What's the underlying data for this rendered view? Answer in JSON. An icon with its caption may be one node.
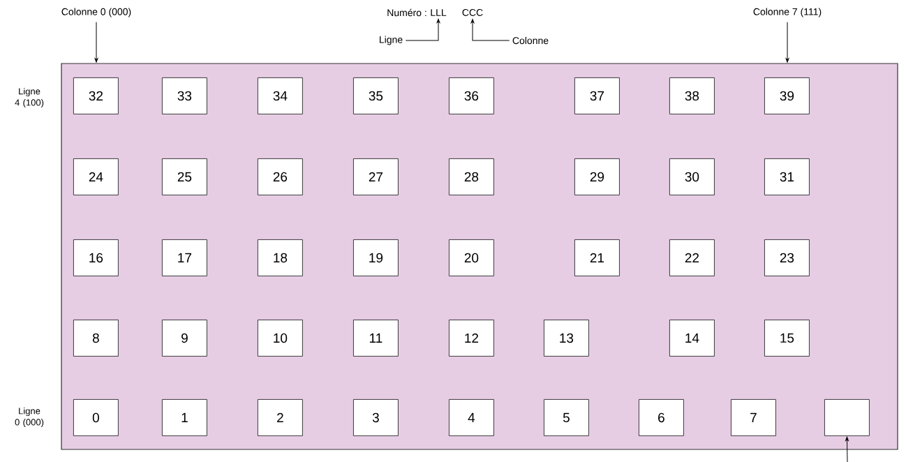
{
  "diagram": {
    "nodes": [
      {
        "text": [],
        "shape": "box"
      },
      {
        "text": [
          "32"
        ],
        "in": 0
      },
      {
        "text": [
          "33"
        ],
        "in": 0
      },
      {
        "text": [
          "34"
        ],
        "in": 0
      },
      {
        "text": [
          "35"
        ],
        "in": 0
      },
      {
        "text": [
          "36"
        ],
        "in": 0
      },
      {
        "text": [
          "37"
        ],
        "in": 0
      },
      {
        "text": [
          "38"
        ],
        "in": 0
      },
      {
        "text": [
          "39"
        ],
        "in": 0
      },
      {
        "text": [
          "24"
        ],
        "in": 0
      },
      {
        "text": [
          "25"
        ],
        "in": 0
      },
      {
        "text": [
          "26"
        ],
        "in": 0
      },
      {
        "text": [
          "27"
        ],
        "in": 0
      },
      {
        "text": [
          "28"
        ],
        "in": 0
      },
      {
        "text": [
          "29"
        ],
        "in": 0
      },
      {
        "text": [
          "30"
        ],
        "in": 0
      },
      {
        "text": [
          "31"
        ],
        "in": 0
      },
      {
        "text": [
          "16"
        ],
        "in": 0
      },
      {
        "text": [
          "17"
        ],
        "in": 0
      },
      {
        "text": [
          "18"
        ],
        "in": 0
      },
      {
        "text": [
          "19"
        ],
        "in": 0
      },
      {
        "text": [
          "20"
        ],
        "in": 0
      },
      {
        "text": [
          "21"
        ],
        "in": 0
      },
      {
        "text": [
          "22"
        ],
        "in": 0
      },
      {
        "text": [
          "23"
        ],
        "in": 0
      },
      {
        "text": [
          "8"
        ],
        "in": 0
      },
      {
        "text": [
          "9"
        ],
        "in": 0
      },
      {
        "text": [
          "10"
        ],
        "in": 0
      },
      {
        "text": [
          "11"
        ],
        "in": 0
      },
      {
        "text": [
          "12"
        ],
        "in": 0
      },
      {
        "text": [
          "13"
        ],
        "in": 0
      },
      {
        "text": [
          "14"
        ],
        "in": 0
      },
      {
        "text": [
          "15"
        ],
        "in": 0
      },
      {
        "text": [
          "0"
        ],
        "in": 0
      },
      {
        "text": [
          "1"
        ],
        "in": 0
      },
      {
        "text": [
          "2"
        ],
        "in": 0
      },
      {
        "text": [
          "3"
        ],
        "in": 0
      },
      {
        "text": [
          "4"
        ],
        "in": 0
      },
      {
        "text": [
          "5"
        ],
        "in": 0
      },
      {
        "text": [
          "6"
        ],
        "in": 0
      },
      {
        "text": [
          "7"
        ],
        "in": 0
      },
      {
        "text": [],
        "shape": "box",
        "in": 0
      },
      {
        "text": [
          "Colonne 0 (000)"
        ]
      },
      {
        "text": [
          "LLL"
        ]
      },
      {
        "text": [
          "CCC"
        ]
      },
      {
        "text": [
          "Ligne"
        ]
      },
      {
        "text": [
          "Colonne"
        ]
      },
      {
        "text": [
          "Colonne 7 (111)"
        ]
      }
    ],
    "edges": [
      {
        "from": 42,
        "to": 0,
        "arrow": "to"
      },
      {
        "from": 45,
        "to": 43,
        "arrow": "to"
      },
      {
        "from": 46,
        "to": 44,
        "arrow": "to"
      },
      {
        "from": 47,
        "to": 0,
        "arrow": "to"
      },
      {
        "from": null,
        "to": 41,
        "arrow": "to"
      }
    ],
    "labels": [
      "Numéro :",
      "Ligne 4 (100)",
      "Ligne 0 (000)"
    ]
  }
}
